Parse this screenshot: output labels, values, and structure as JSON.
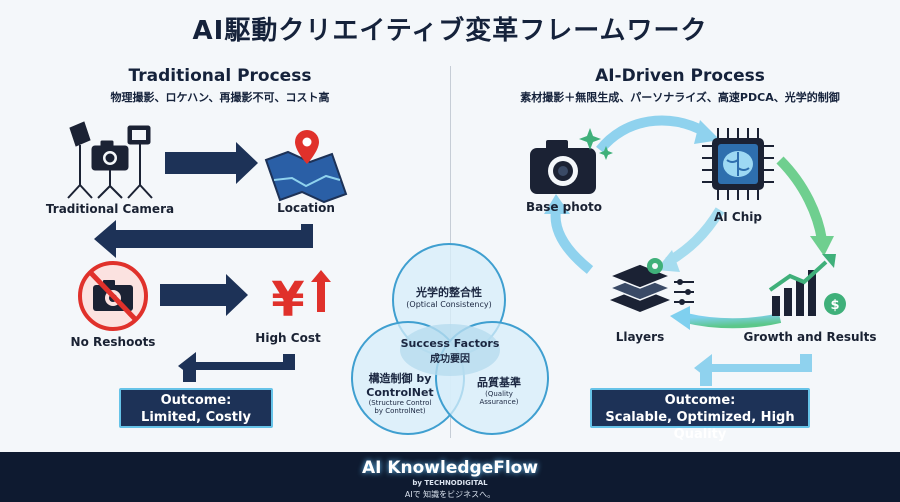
{
  "title": "AI駆動クリエイティブ変革フレームワーク",
  "left": {
    "heading": "Traditional Process",
    "subheading": "物理撮影、ロケハン、再撮影不可、コスト高",
    "nodes": {
      "camera": "Traditional Camera",
      "location": "Location",
      "reshoots": "No Reshoots",
      "cost": "High Cost"
    },
    "outcome": [
      "Outcome:",
      "Limited, Costly"
    ]
  },
  "right": {
    "heading": "AI-Driven Process",
    "subheading": "素材撮影＋無限生成、パーソナライズ、高速PDCA、光学的制御",
    "nodes": {
      "base": "Base photo",
      "chip": "AI Chip",
      "layers": "Llayers",
      "growth": "Growth and Results"
    },
    "outcome": [
      "Outcome:",
      "Scalable, Optimized, High Quality"
    ]
  },
  "venn": {
    "top": [
      "光学的整合性",
      "(Optical Consistency)"
    ],
    "left": [
      "構造制御 by",
      "ControlNet",
      "(Structure Control",
      "by ControlNet)"
    ],
    "right": [
      "品質基準",
      "(Quality",
      "Assurance)"
    ],
    "center": [
      "Success Factors",
      "成功要因"
    ]
  },
  "yen_symbol": "¥",
  "dollar_symbol": "$",
  "footer": {
    "brand": "AI KnowledgeFlow",
    "by": "by TECHNODIGITAL",
    "tagline": "AIで 知識をビジネスへ。"
  },
  "colors": {
    "navy": "#15223b",
    "arrow_dark": "#1d3257",
    "accent_blue": "#66c3e8",
    "accent_green": "#57c47a",
    "red": "#e0312b",
    "footer_bg": "#0e1a30"
  }
}
